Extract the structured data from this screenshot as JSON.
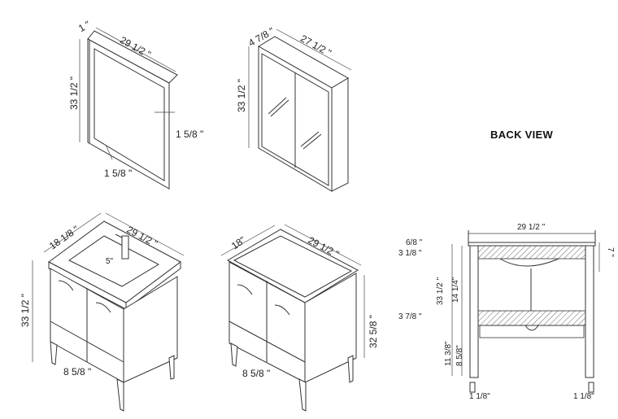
{
  "mirror": {
    "depth": "1 \"",
    "width": "29 1/2 \"",
    "height": "33 1/2 \"",
    "frame_side": "1 5/8 \"",
    "frame_bottom": "1 5/8 \""
  },
  "medicine_cabinet": {
    "depth": "4 7/8 \"",
    "width": "27 1/2 \"",
    "height": "33 1/2 \""
  },
  "back_view_title": "BACK VIEW",
  "vanity_with_top": {
    "depth": "18 1/8 \"",
    "width": "29 1/2 \"",
    "height": "33 1/2 \"",
    "faucet_height": "5\"",
    "leg_spacing": "8 5/8 \""
  },
  "vanity_cabinet": {
    "depth": "18\"",
    "width": "29 1/2 \"",
    "height": "32 5/8 \"",
    "leg_spacing": "8 5/8 \""
  },
  "back_view": {
    "width": "29 1/2 \"",
    "top_thickness": "6/8 \"",
    "apron": "3 1/8 \"",
    "total_height": "33 1/2 \"",
    "opening": "14 1/4\"",
    "shelf": "3 7/8 \"",
    "to_shelf": "11 3/8\"",
    "leg_height": "8 5/8\"",
    "sink_depth": "7 \"",
    "leg_left": "1 1/8\"",
    "leg_right": "1 1/8\""
  }
}
